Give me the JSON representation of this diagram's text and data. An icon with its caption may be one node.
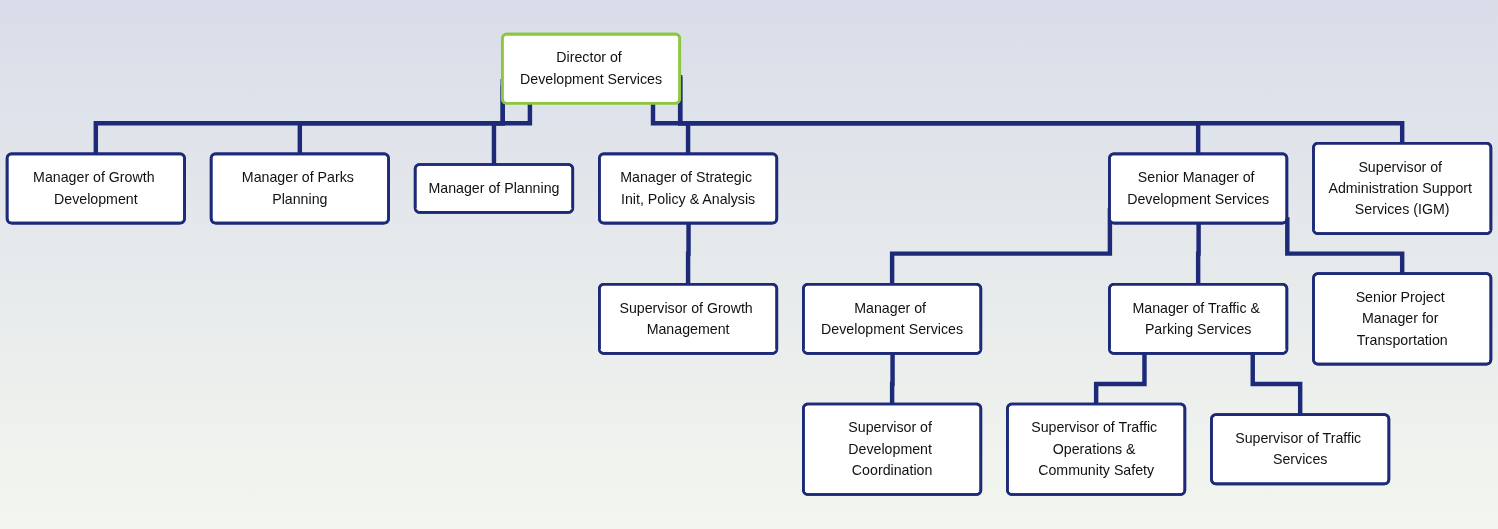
{
  "diagram": {
    "nodes": [
      {
        "text": [
          "Director of Development Services"
        ]
      },
      {
        "text": [
          "Manager of Growth Development"
        ]
      },
      {
        "text": [
          "Manager of Parks Planning"
        ]
      },
      {
        "text": [
          "Manager of Planning"
        ]
      },
      {
        "text": [
          "Manager of Strategic Init, Policy & Analysis"
        ]
      },
      {
        "text": [
          "Supervisor of Growth Management"
        ]
      },
      {
        "text": [
          "Senior Manager of Development Services"
        ]
      },
      {
        "text": [
          "Supervisor of Administration Support Services (IGM)"
        ]
      },
      {
        "text": [
          "Manager of Development Services"
        ]
      },
      {
        "text": [
          "Supervisor of Development Coordination"
        ]
      },
      {
        "text": [
          "Manager of Traffic & Parking Services"
        ]
      },
      {
        "text": [
          "Supervisor of Traffic Operations & Community Safety"
        ]
      },
      {
        "text": [
          "Supervisor of Traffic Services"
        ]
      },
      {
        "text": [
          "Senior Project Manager for Transportation"
        ]
      }
    ],
    "edges": [
      {
        "from": 0,
        "to": 1,
        "arrow": "none"
      },
      {
        "from": 0,
        "to": 2,
        "arrow": "none"
      },
      {
        "from": 0,
        "to": 3,
        "arrow": "none"
      },
      {
        "from": 0,
        "to": 4,
        "arrow": "none"
      },
      {
        "from": 4,
        "to": 5,
        "arrow": "none"
      },
      {
        "from": 0,
        "to": 6,
        "arrow": "none"
      },
      {
        "from": 0,
        "to": 7,
        "arrow": "none"
      },
      {
        "from": 6,
        "to": 8,
        "arrow": "none"
      },
      {
        "from": 8,
        "to": 9,
        "arrow": "none"
      },
      {
        "from": 6,
        "to": 10,
        "arrow": "none"
      },
      {
        "from": 10,
        "to": 11,
        "arrow": "none"
      },
      {
        "from": 10,
        "to": 12,
        "arrow": "none"
      },
      {
        "from": 6,
        "to": 13,
        "arrow": "none"
      }
    ]
  }
}
